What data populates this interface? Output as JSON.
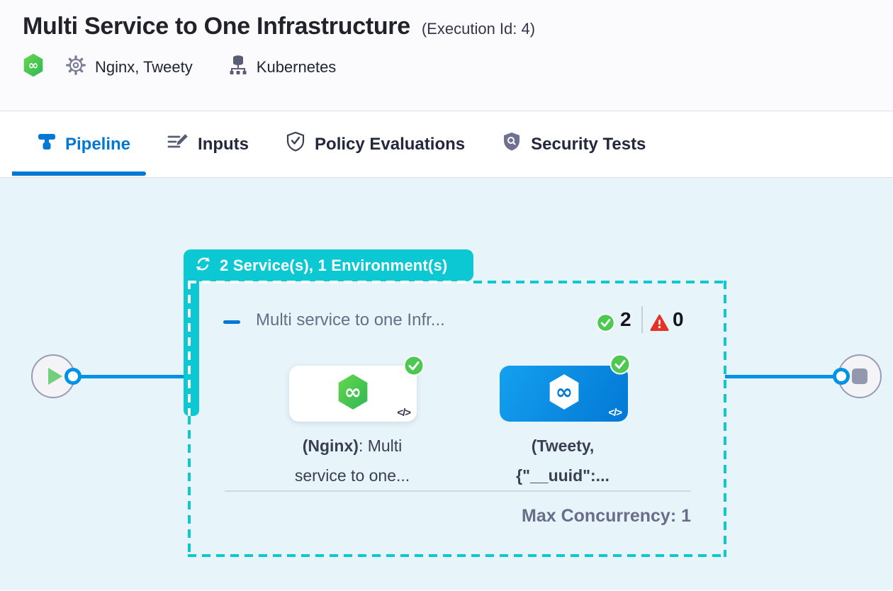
{
  "header": {
    "title": "Multi Service to One Infrastructure",
    "execution_id": "(Execution Id: 4)",
    "services": "Nginx, Tweety",
    "infrastructure": "Kubernetes"
  },
  "tabs": {
    "pipeline": "Pipeline",
    "inputs": "Inputs",
    "policy": "Policy Evaluations",
    "security": "Security Tests"
  },
  "canvas": {
    "group_badge": "2 Service(s), 1 Environment(s)",
    "stage": {
      "title": "Multi service to one Infr...",
      "success_count": "2",
      "error_count": "0",
      "services": [
        {
          "line1_bold": "(Nginx)",
          "line1_rest": ": Multi",
          "line2": "service to one...",
          "code_glyph": "</>"
        },
        {
          "line1_bold": "(Tweety,",
          "line1_rest": "",
          "line2": "{\"__uuid\":...",
          "code_glyph": "</>"
        }
      ],
      "max_concurrency": "Max Concurrency: 1"
    }
  },
  "colors": {
    "teal": "#0BC8D2",
    "connector_blue": "#0092E4",
    "active_tab_blue": "#0278D5",
    "success_green": "#4DC952",
    "error_red": "#E43326",
    "canvas_bg": "#E7F4FA"
  }
}
